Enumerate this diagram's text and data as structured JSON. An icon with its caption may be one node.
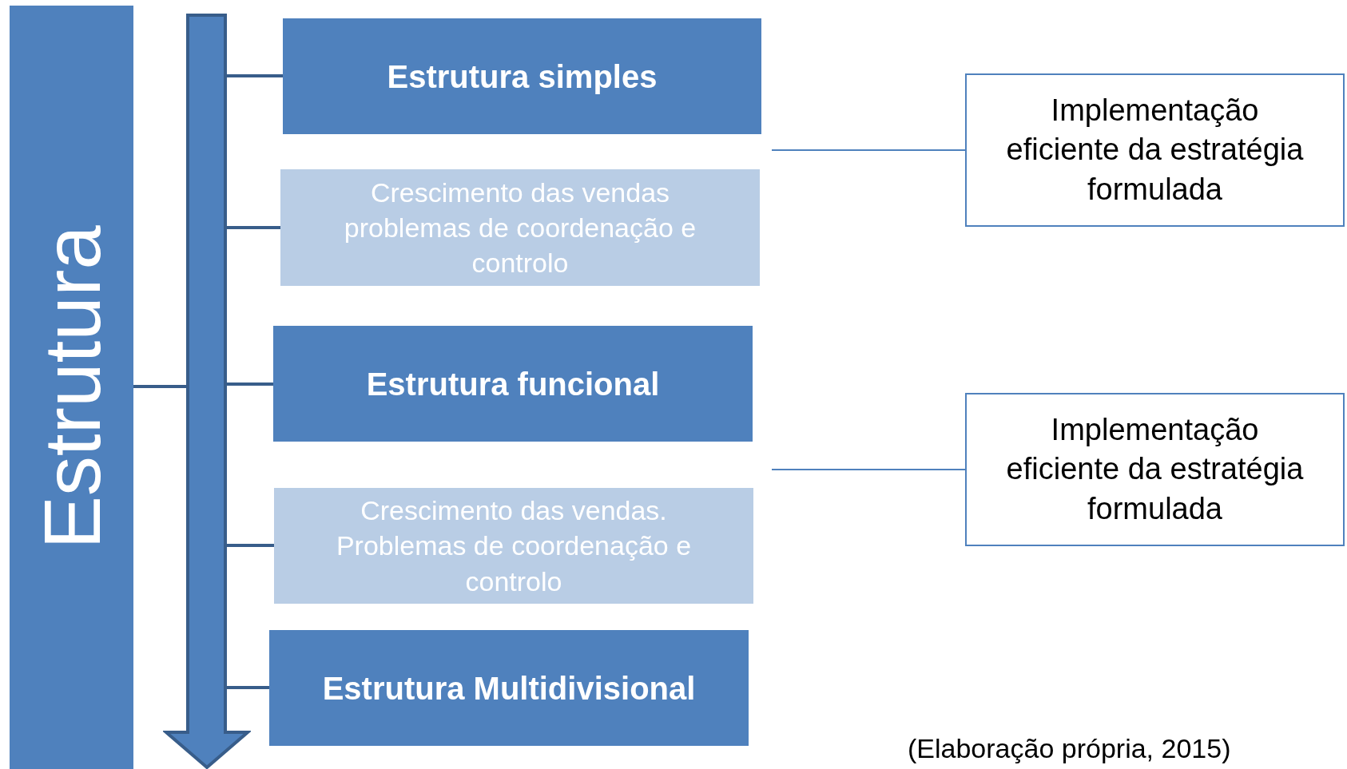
{
  "diagram": {
    "caption": "(Elaboração própria, 2015)",
    "nodes": [
      {
        "text": [
          "Estrutura"
        ]
      },
      {
        "text": [],
        "shape": "arrow"
      },
      {
        "text": [
          "Estrutura simples"
        ]
      },
      {
        "text": [
          "Crescimento das vendas problemas de coordenação e controlo"
        ]
      },
      {
        "text": [
          "Estrutura funcional"
        ]
      },
      {
        "text": [
          "Crescimento das vendas. Problemas de coordenação e controlo"
        ]
      },
      {
        "text": [
          "Estrutura Multidivisional"
        ]
      },
      {
        "text": [
          "Implementação eficiente da estratégia formulada"
        ]
      },
      {
        "text": [
          "Implementação eficiente da estratégia formulada"
        ]
      }
    ],
    "edges": [
      {
        "from": 0,
        "to": 1,
        "arrow": "none"
      },
      {
        "from": 1,
        "to": 2,
        "arrow": "none"
      },
      {
        "from": 1,
        "to": 3,
        "arrow": "none"
      },
      {
        "from": 1,
        "to": 4,
        "arrow": "none"
      },
      {
        "from": 1,
        "to": 5,
        "arrow": "none"
      },
      {
        "from": 1,
        "to": 6,
        "arrow": "none"
      },
      {
        "from": null,
        "to": 7,
        "arrow": "none",
        "color": "#4f81bd"
      },
      {
        "from": null,
        "to": 8,
        "arrow": "none",
        "color": "#4f81bd"
      }
    ]
  }
}
